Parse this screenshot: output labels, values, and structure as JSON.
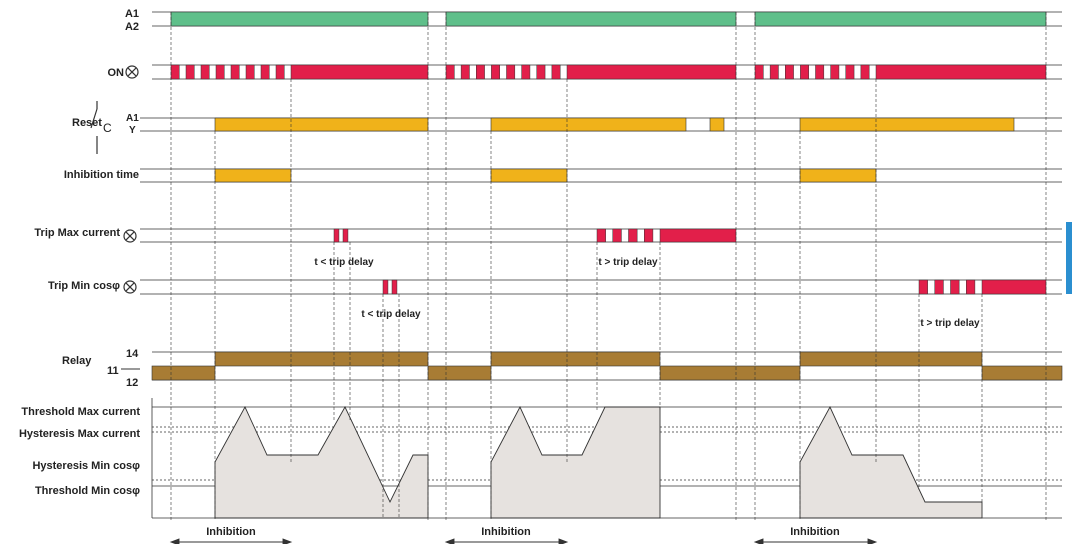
{
  "labels": {
    "a1": "A1",
    "a2": "A2",
    "on": "ON",
    "reset": "Reset",
    "contact_c": "C",
    "reset_a1": "A1",
    "reset_y": "Y",
    "inhibition_time": "Inhibition time",
    "trip_max_current": "Trip Max current",
    "trip_min_cos": "Trip Min cosφ",
    "relay": "Relay",
    "relay_14": "14",
    "relay_11": "11",
    "relay_12": "12",
    "threshold_max_current": "Threshold Max current",
    "hysteresis_max_current": "Hysteresis Max current",
    "hysteresis_min_cos": "Hysteresis Min cosφ",
    "threshold_min_cos": "Threshold Min cosφ"
  },
  "annotations": {
    "t_less_1": "t < trip delay",
    "t_less_2": "t < trip delay",
    "t_greater_1": "t > trip delay",
    "t_greater_2": "t > trip delay"
  },
  "inhibition_labels": [
    "Inhibition",
    "Inhibition",
    "Inhibition"
  ],
  "colors": {
    "supply": "#5fbf8a",
    "red": "#e21f4a",
    "orange": "#f0b21a",
    "relay": "#a87c34",
    "area": "#e6e2df",
    "side_tab": "#2b8fd0"
  }
}
